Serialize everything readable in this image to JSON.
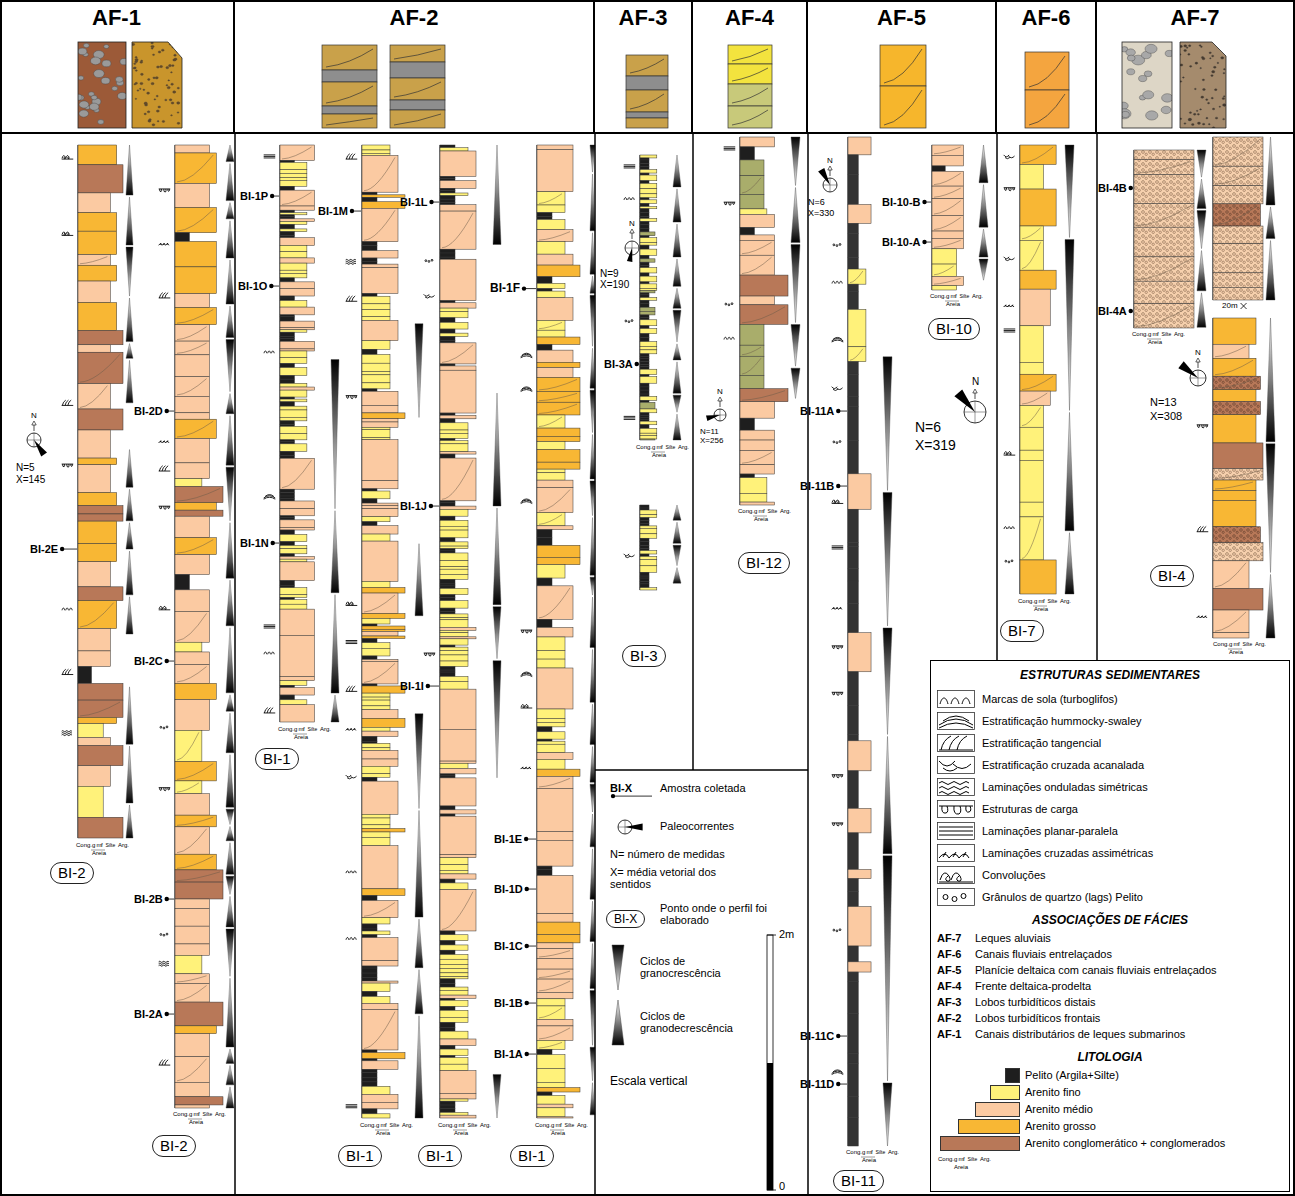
{
  "diagram": {
    "nodes": [
      {
        "text": [
          "AF-1"
        ]
      },
      {
        "text": [
          "AF-2"
        ]
      },
      {
        "text": [
          "AF-3"
        ]
      },
      {
        "text": [
          "AF-4"
        ]
      },
      {
        "text": [
          "AF-5"
        ]
      },
      {
        "text": [
          "AF-6"
        ]
      },
      {
        "text": [
          "AF-7"
        ]
      },
      {
        "text": [
          "BI-2"
        ]
      },
      {
        "text": [
          "BI-2"
        ]
      },
      {
        "text": [
          "BI-1"
        ]
      },
      {
        "text": [
          "BI-1"
        ]
      },
      {
        "text": [
          "BI-1"
        ]
      },
      {
        "text": [
          "BI-1"
        ]
      },
      {
        "text": [
          "BI-3"
        ]
      },
      {
        "text": [
          "BI-12"
        ]
      },
      {
        "text": [
          "BI-11"
        ]
      },
      {
        "text": [
          "BI-10"
        ]
      },
      {
        "text": [
          "BI-7"
        ]
      },
      {
        "text": [
          "BI-4"
        ]
      },
      {
        "text": [
          "BI-X"
        ]
      },
      {
        "text": [
          "ESTRUTURAS SEDIMENTARES",
          "ASSOCIAÇÕES DE FÁCIES",
          "LITOLOGIA"
        ]
      }
    ],
    "labels": [
      "BI-2E",
      "BI-2D",
      "BI-2C",
      "BI-2B",
      "BI-2A",
      "BI-1P",
      "BI-1O",
      "BI-1N",
      "BI-1M",
      "BI-1L",
      "BI-1J",
      "BI-1I",
      "BI-1F",
      "BI-1E",
      "BI-1D",
      "BI-1C",
      "BI-1B",
      "BI-1A",
      "BI-3A",
      "BI-11A",
      "BI-11B",
      "BI-11C",
      "BI-11D",
      "BI-10-B",
      "BI-10-A",
      "BI-4B",
      "BI-4A",
      "N",
      "N",
      "N",
      "N",
      "N",
      "N",
      "N=5",
      "X=145",
      "N=9",
      "X=190",
      "N=11",
      "X=256",
      "N=6",
      "X=330",
      "N=6",
      "X=319",
      "N=13",
      "X=308",
      "20m",
      "BI-X",
      "N= número de medidas",
      "X= média vetorial dos sentidos",
      "Escala vertical",
      "2m",
      "0",
      "AF-7",
      "Leques aluviais",
      "AF-6",
      "Canais fluviais entrelaçados",
      "AF-5",
      "Planície deltaica com canais fluviais entrelaçados",
      "AF-4",
      "Frente deltaica-prodelta",
      "AF-3",
      "Lobos turbidíticos distais",
      "AF-2",
      "Lobos turbidíticos frontais",
      "AF-1",
      "Canais distributários de leques submarinos",
      "Cong.",
      "g",
      "m",
      "f",
      "Silte",
      "Arg.",
      "Areia",
      "Cong.",
      "g",
      "m",
      "f",
      "Silte",
      "Arg.",
      "Areia",
      "Cong.",
      "g",
      "m",
      "f",
      "Silte",
      "Arg.",
      "Areia",
      "Cong.",
      "g",
      "m",
      "f",
      "Silte",
      "Arg.",
      "Areia",
      "Cong.",
      "g",
      "m",
      "f",
      "Silte",
      "Arg.",
      "Areia",
      "Cong.",
      "g",
      "m",
      "f",
      "Silte",
      "Arg.",
      "Areia",
      "Cong.",
      "g",
      "m",
      "f",
      "Silte",
      "Arg.",
      "Areia",
      "Cong.",
      "g",
      "m",
      "f",
      "Silte",
      "Arg.",
      "Areia",
      "Cong.",
      "g",
      "m",
      "f",
      "Silte",
      "Arg.",
      "Areia",
      "Cong.",
      "g",
      "m",
      "f",
      "Silte",
      "Arg.",
      "Areia",
      "Cong.",
      "g",
      "m",
      "f",
      "Silte",
      "Arg.",
      "Areia",
      "Cong.",
      "g",
      "m",
      "f",
      "Silte",
      "Arg.",
      "Areia",
      "Cong.",
      "g",
      "m",
      "f",
      "Silte",
      "Arg.",
      "Areia",
      "Cong.",
      "g",
      "m",
      "f",
      "Silte",
      "Arg.",
      "Areia"
    ],
    "legend": [
      {
        "text": "Amostra coletada"
      },
      {
        "text": "Paleocorrentes"
      },
      {
        "text": "Ponto onde o perfil foi elaborado"
      },
      {
        "text": "Ciclos de granocrescência"
      },
      {
        "text": "Ciclos de granodecrescência"
      },
      {
        "text": "Marcas de sola (turboglifos)"
      },
      {
        "text": "Estratificação hummocky-swaley"
      },
      {
        "text": "Estratificação tangencial"
      },
      {
        "text": "Estratificação cruzada acanalada"
      },
      {
        "text": "Laminações onduladas simétricas"
      },
      {
        "text": "Estruturas de carga"
      },
      {
        "text": "Laminações planar-paralela"
      },
      {
        "text": "Laminações cruzadas assimétricas"
      },
      {
        "text": "Convoluções"
      },
      {
        "text": "Grânulos de quartzo (lags) Pelito"
      },
      {
        "text": "Pelito (Argila+Silte)",
        "color": "#1e1e1e"
      },
      {
        "text": "Arenito fino",
        "color": "#fff27a"
      },
      {
        "text": "Arenito médio",
        "color": "#fbcaa2"
      },
      {
        "text": "Arenito grosso",
        "color": "#f8b734"
      },
      {
        "text": "Arenito conglomerático + conglomerados",
        "color": "#b87858"
      }
    ]
  }
}
